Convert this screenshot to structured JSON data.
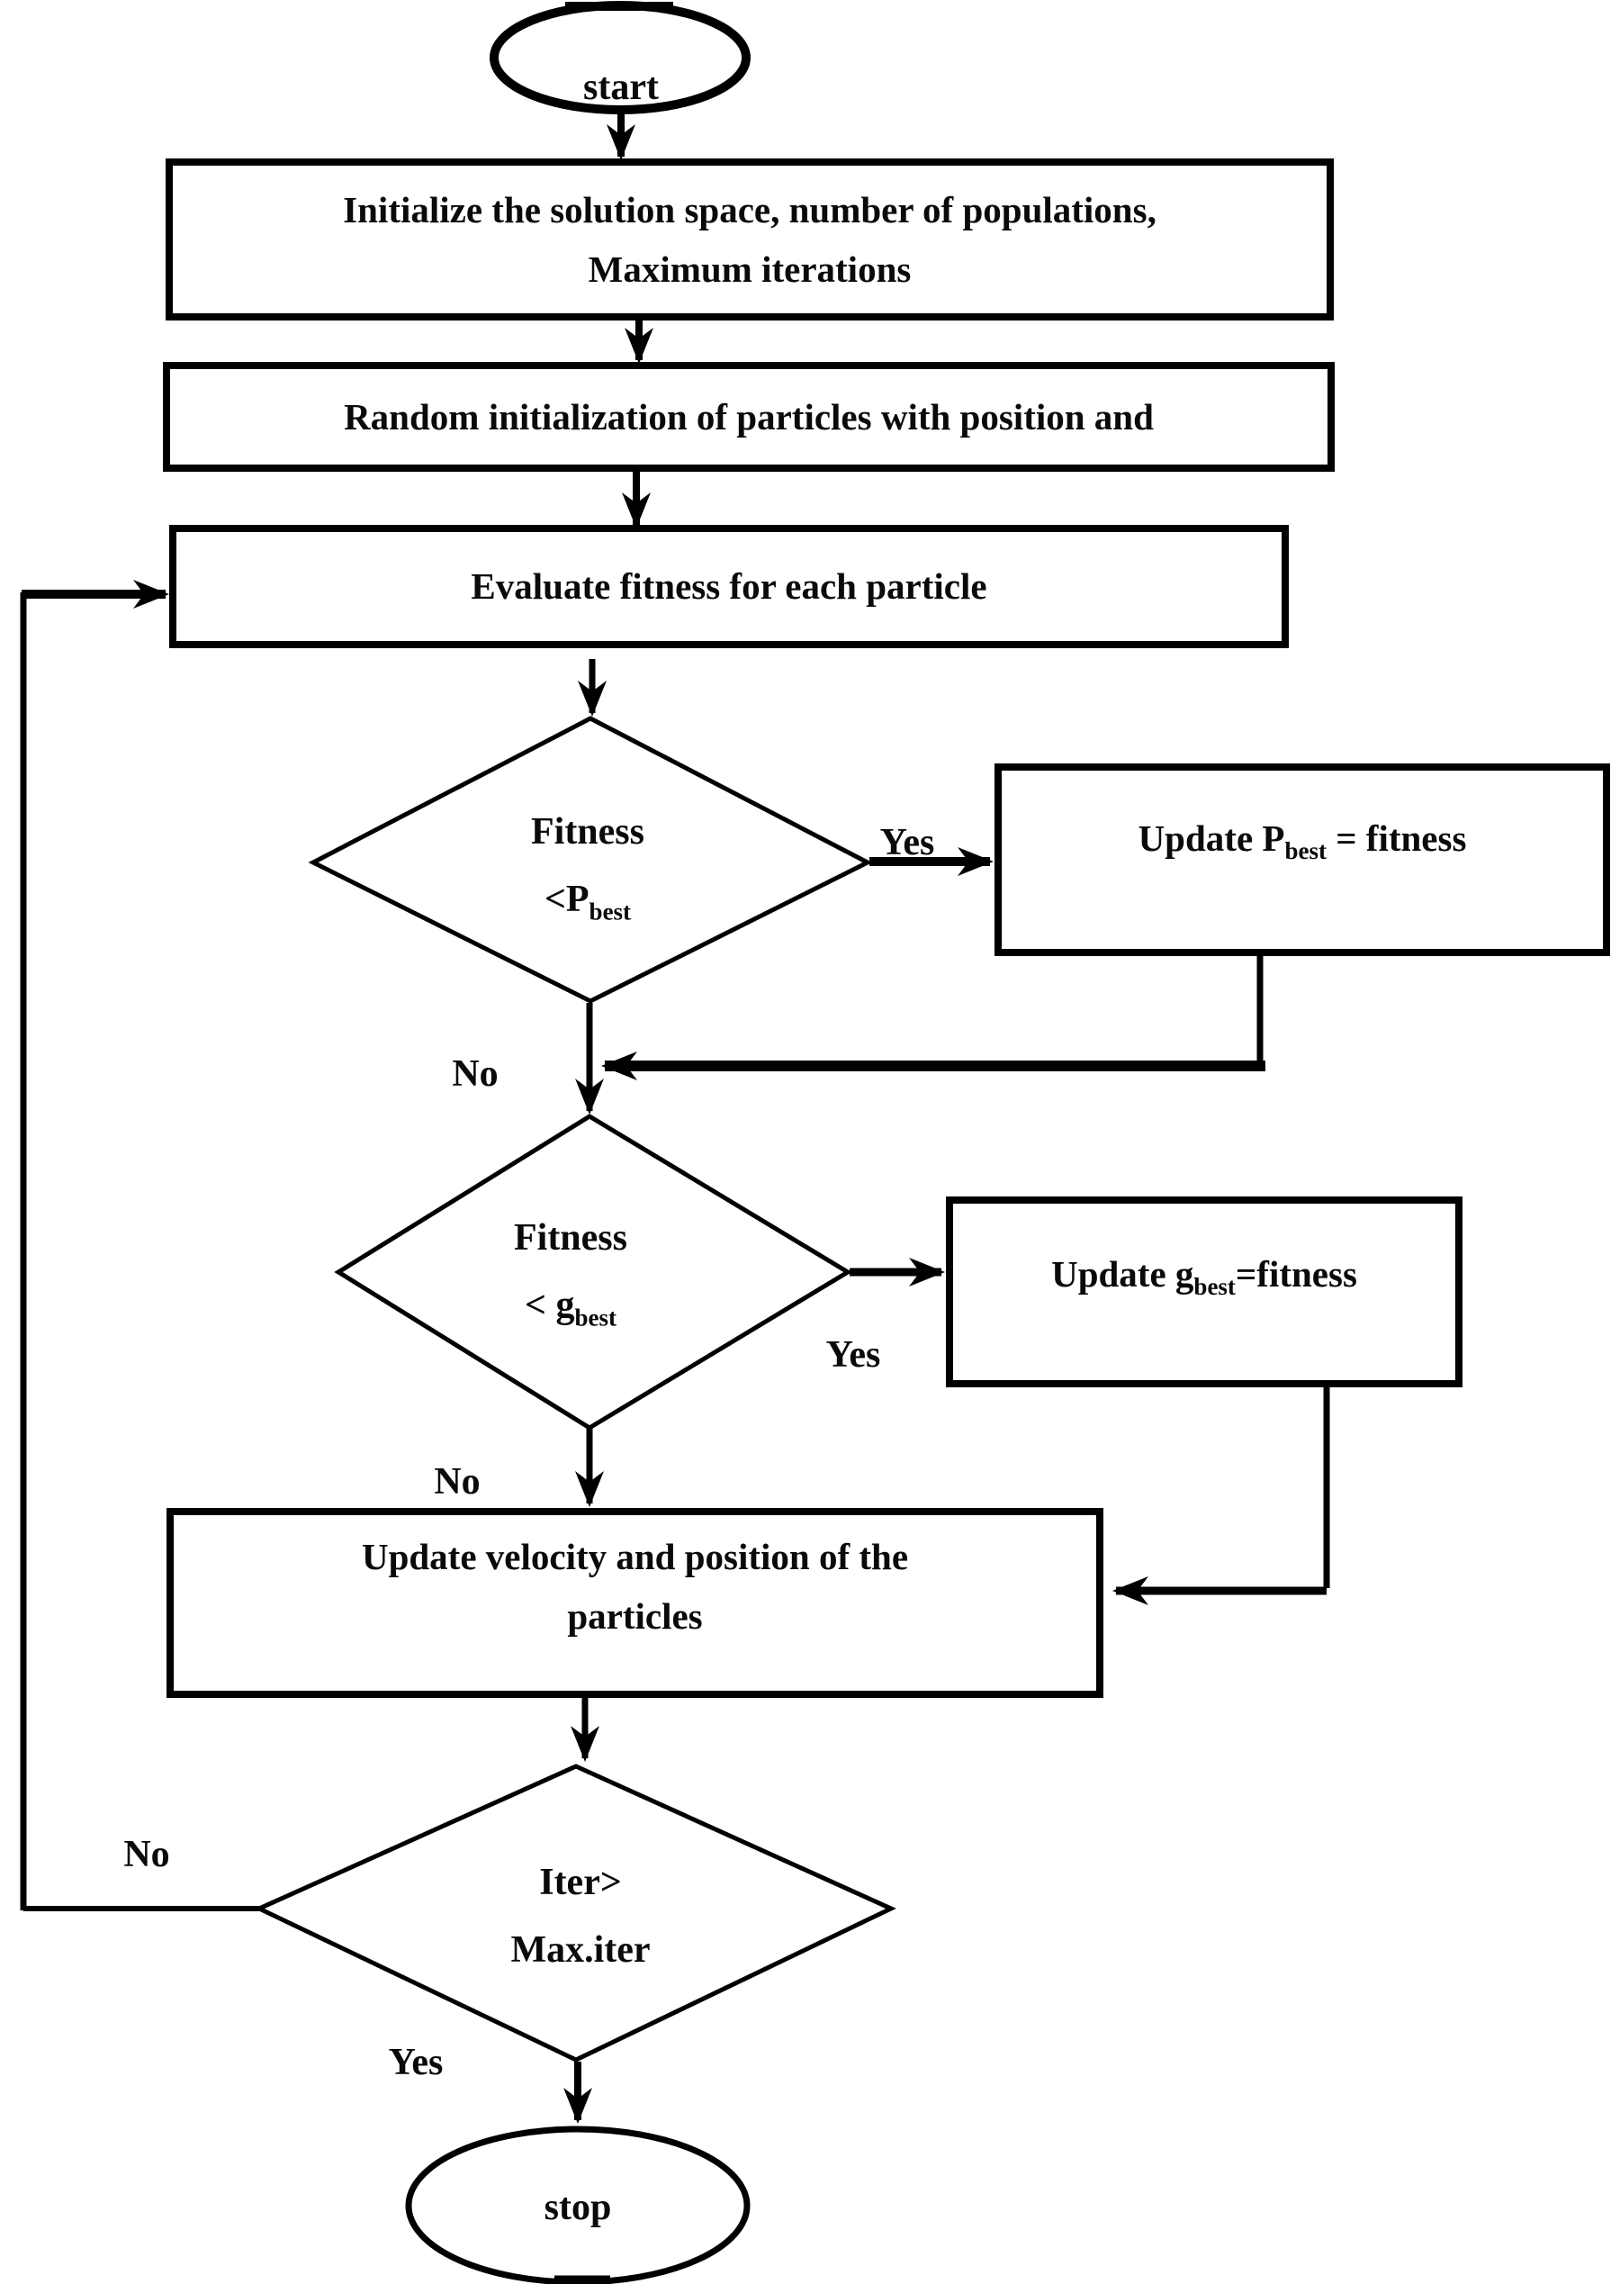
{
  "figure": {
    "background_color": "#ffffff",
    "line_color": "#000000",
    "description": "PSO algorithm flowchart"
  },
  "nodes": {
    "start": {
      "label": "start"
    },
    "initialize": {
      "line1": "Initialize the solution space, number of populations,",
      "line2": "Maximum iterations"
    },
    "random_init": {
      "label": "Random initialization of particles with position and"
    },
    "evaluate": {
      "label": "Evaluate fitness for each particle"
    },
    "fitness_pbest_decision": {
      "line1": "Fitness",
      "line2_pre": "<P",
      "line2_sub": "best"
    },
    "update_pbest": {
      "pre": "Update P",
      "sub": "best",
      "post": " = fitness"
    },
    "fitness_gbest_decision": {
      "line1": "Fitness",
      "line2_pre": "< g",
      "line2_sub": "best"
    },
    "update_gbest": {
      "pre": "Update g",
      "sub": "best",
      "post": "=fitness"
    },
    "update_velocity": {
      "line1": "Update velocity and position of the",
      "line2": "particles"
    },
    "iteration_decision": {
      "line1": "Iter>",
      "line2": "Max.iter"
    },
    "stop": {
      "label": "stop"
    }
  },
  "edge_labels": {
    "pbest_yes": "Yes",
    "pbest_no": "No",
    "gbest_yes": "Yes",
    "gbest_no": "No",
    "iter_no": "No",
    "iter_yes": "Yes"
  }
}
